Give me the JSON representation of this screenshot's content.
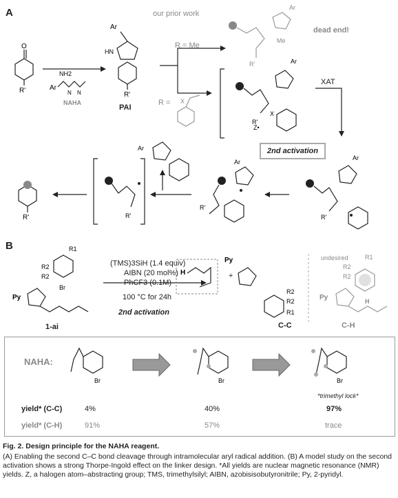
{
  "panel_a": {
    "label": "A",
    "prior_work": "our prior work",
    "dead_end": "dead end!",
    "r_me": "R = Me",
    "r_eq": "R =",
    "naha": "NAHA",
    "pai": "PAI",
    "xat": "XAT",
    "second_activation": "2nd activation",
    "z_label": "Z•",
    "ar": "Ar",
    "me": "Me",
    "hn": "HN",
    "x": "X",
    "r_prime": "R'",
    "nh2": "NH2",
    "n": "N",
    "o": "O",
    "h": "H"
  },
  "panel_b": {
    "label": "B",
    "reagent1": "(TMS)3SiH (1.4 equiv)",
    "reagent2": "AIBN (20 mol%)",
    "reagent3": "PhCF3 (0.1M)",
    "reagent4": "100 °C for 24h",
    "second_activation": "2nd activation",
    "start_label": "1-ai",
    "product_cc": "C-C",
    "product_ch": "C-H",
    "undesired": "undesired",
    "py": "Py",
    "br": "Br",
    "r1": "R1",
    "r2": "R2",
    "plus": "+"
  },
  "summary": {
    "naha_label": "NAHA:",
    "br": "Br",
    "trimethyl_lock": "*trimethyl lock*",
    "row_cc_label": "yield* (C-C)",
    "row_ch_label": "yield* (C-H)",
    "cc_values": [
      "4%",
      "40%",
      "97%"
    ],
    "ch_values": [
      "91%",
      "57%",
      "trace"
    ]
  },
  "caption": {
    "title": "Fig. 2. Design principle for the NAHA reagent.",
    "body": "(A) Enabling the second C–C bond cleavage through intramolecular aryl radical addition. (B) A model study on the second activation shows a strong Thorpe-Ingold effect on the linker design. *All yields are nuclear magnetic resonance (NMR) yields. Z, a halogen atom–abstracting group; TMS, trimethylsilyl; AIBN, azobisisobutyronitrile; Py, 2-pyridyl."
  },
  "colors": {
    "accent_gray": "#999999",
    "dot_gray": "#888888",
    "arrow_fill": "#999999"
  }
}
